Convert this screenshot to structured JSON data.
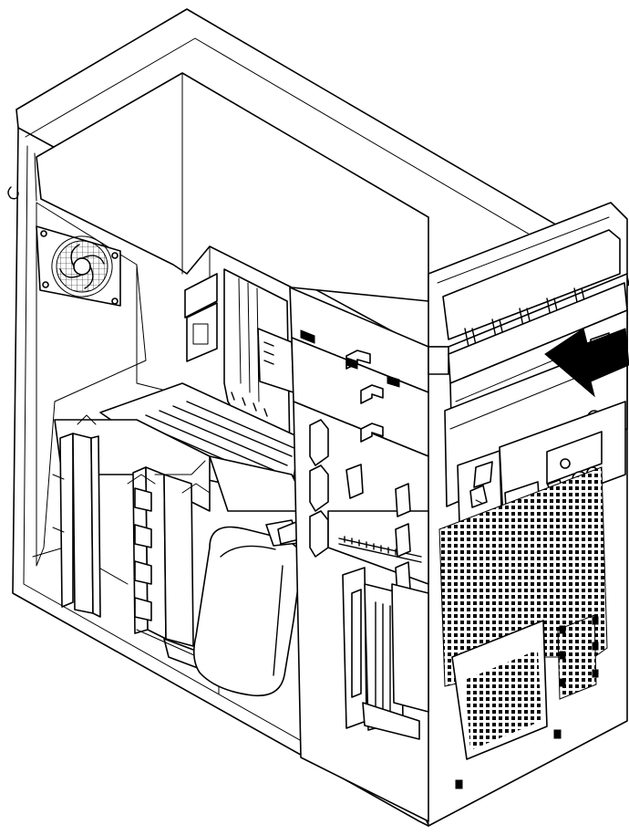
{
  "figure": {
    "colors": {
      "line": "#000000",
      "background": "#ffffff",
      "arrow": "#000000"
    },
    "components": [
      "computer-chassis",
      "side-cover-removed",
      "system-fan",
      "power-supply-bay",
      "adapter-card-slots",
      "hard-disk-drive-bays",
      "optical-drive-bays",
      "front-bezel",
      "front-io-panel",
      "ventilation-grille"
    ],
    "callout": {
      "icon": "arrow-icon",
      "direction": "left"
    }
  }
}
